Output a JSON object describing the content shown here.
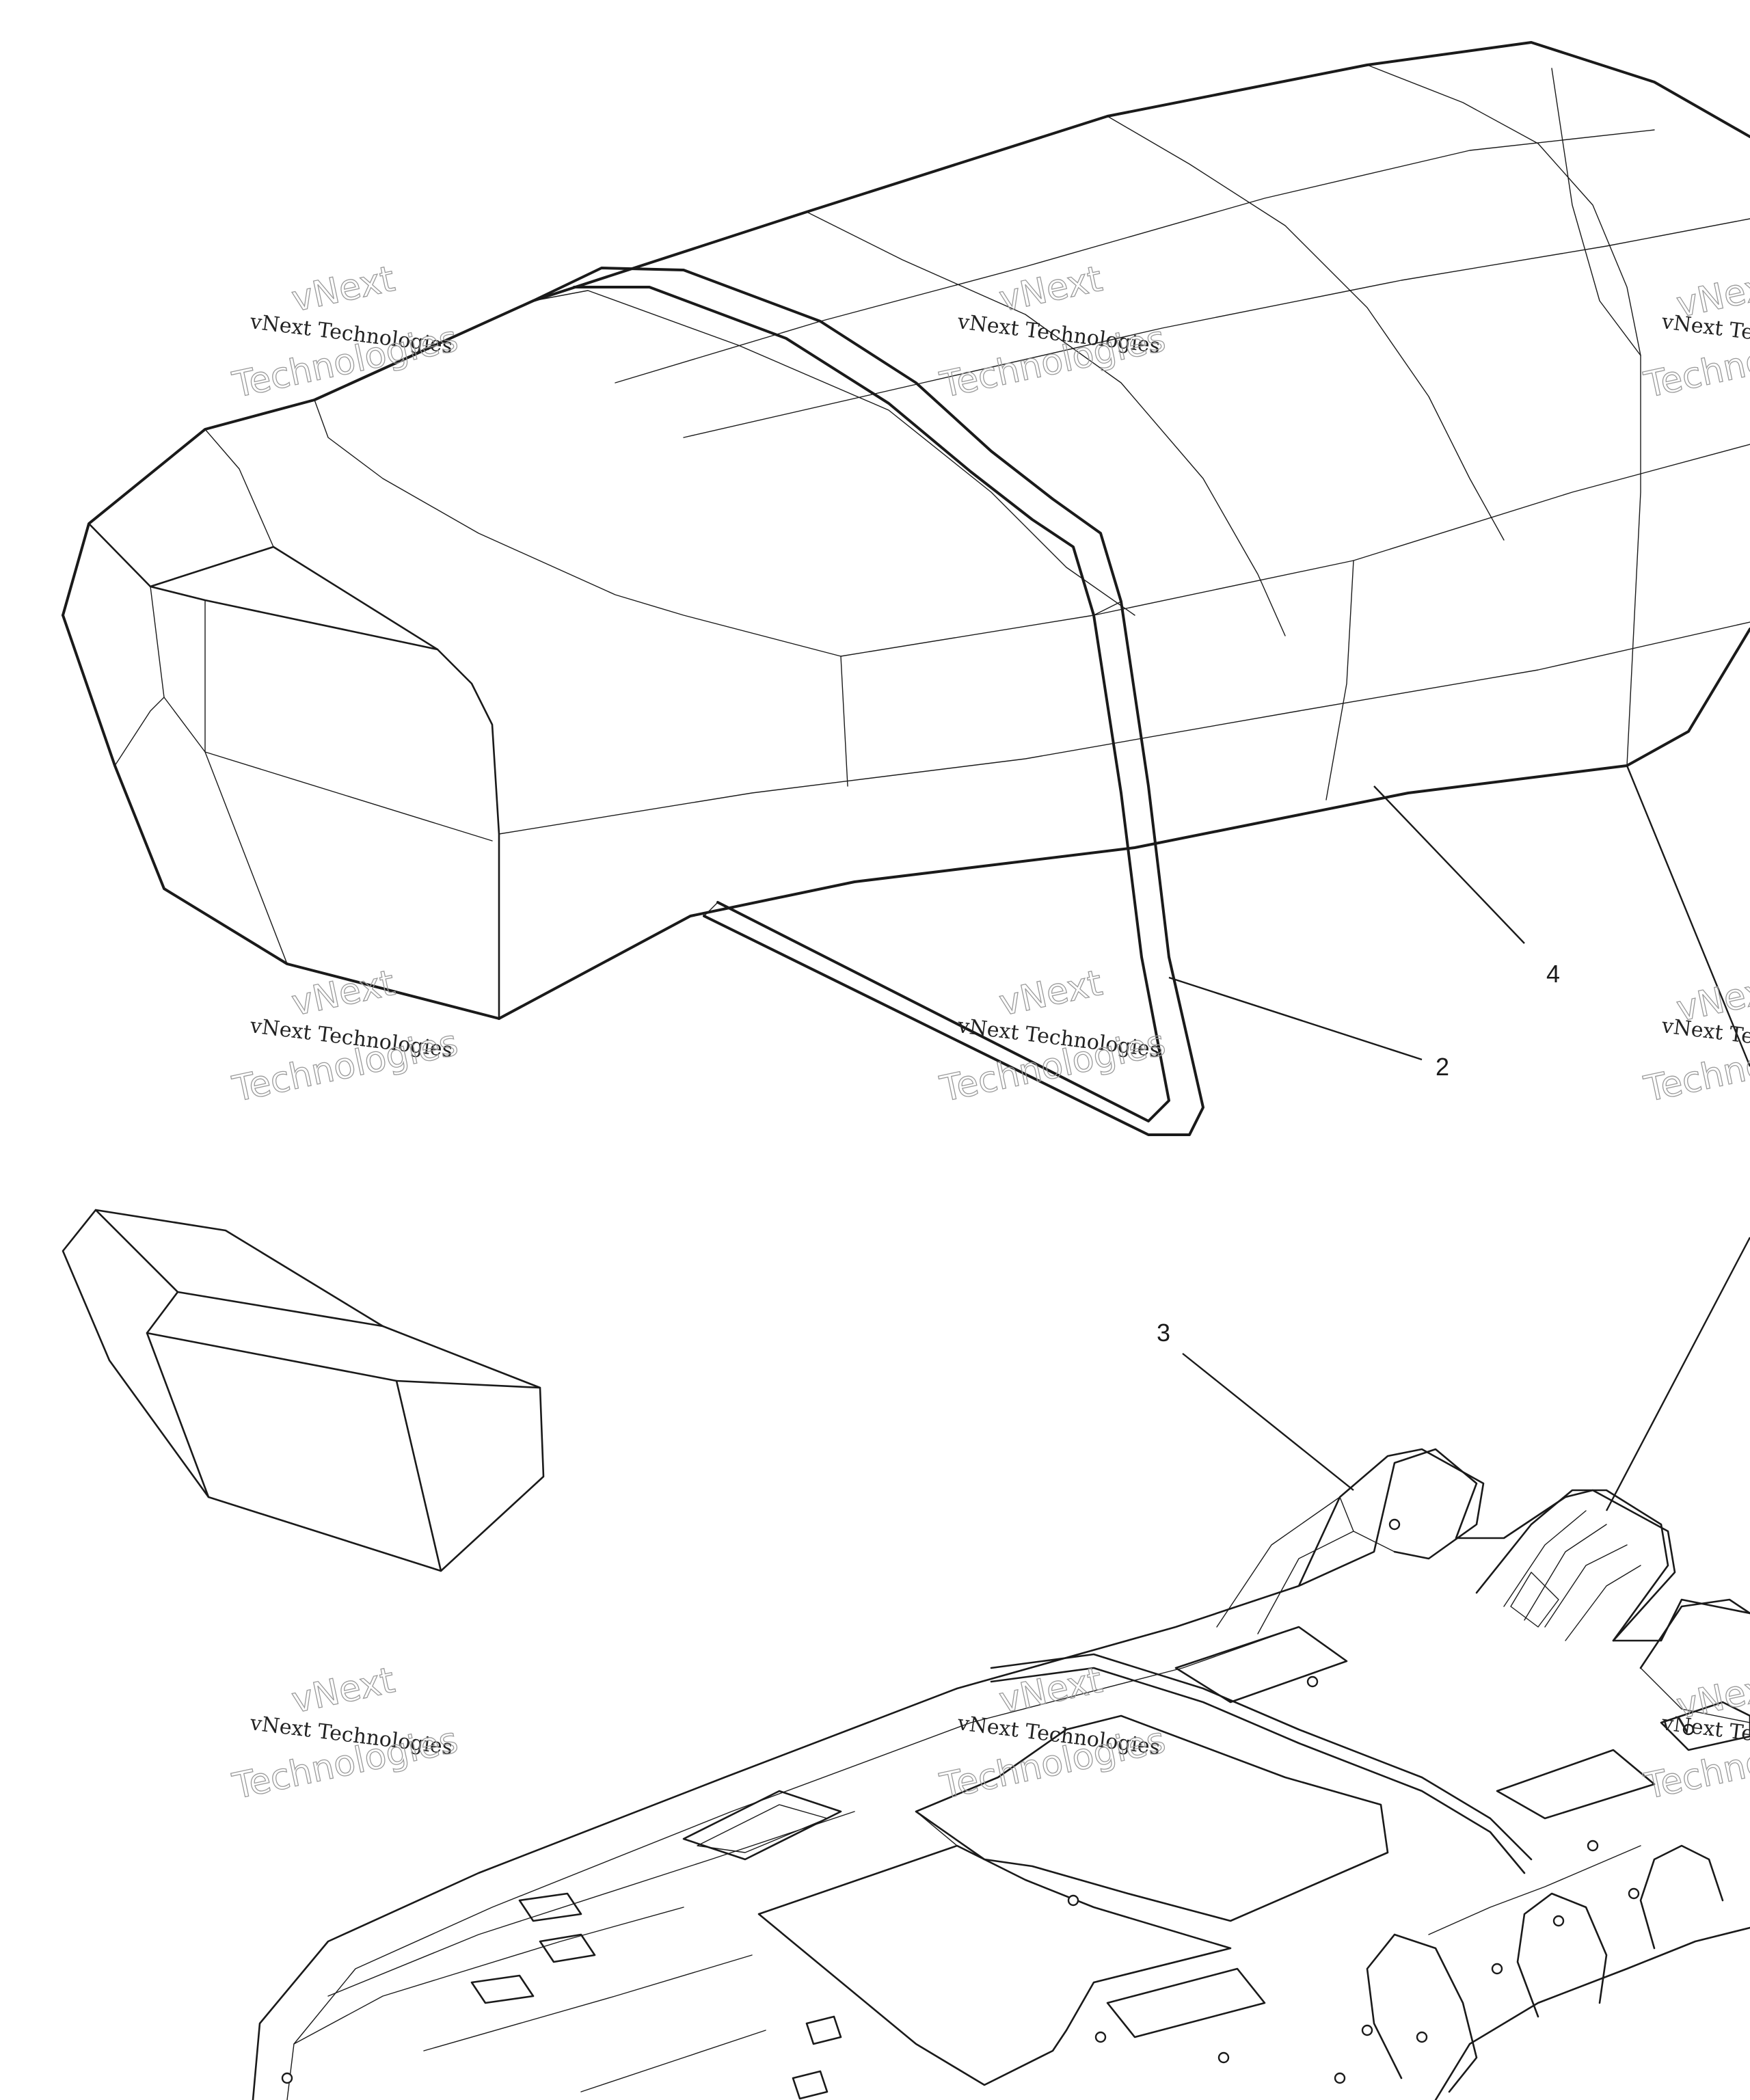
{
  "callouts": {
    "c2": "2",
    "c3": "3",
    "c4": "4"
  },
  "watermark": {
    "line1": "vNext Technologies",
    "line2": "vNext",
    "line3": "Technologies"
  }
}
